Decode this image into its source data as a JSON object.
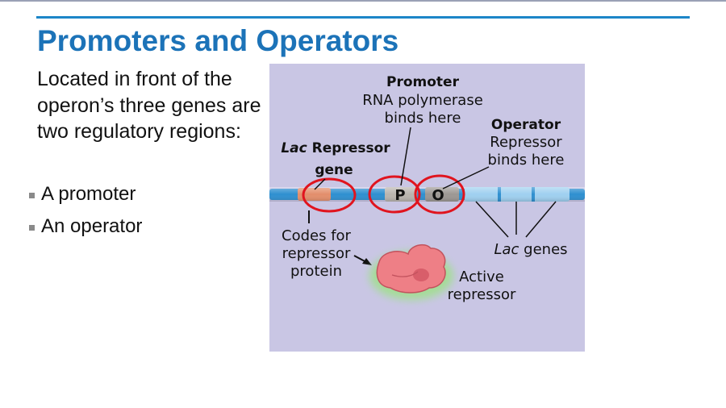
{
  "slide": {
    "title": "Promoters and Operators",
    "intro": "Located in front of the operon’s three genes are two regulatory regions:",
    "bullets": [
      "A promoter",
      "An operator"
    ]
  },
  "figure": {
    "promoter_title": "Promoter",
    "promoter_line1": "RNA polymerase",
    "promoter_line2": "binds here",
    "operator_title": "Operator",
    "operator_line1": "Repressor",
    "operator_line2": "binds here",
    "lac_italic": "Lac",
    "repressor_gene_word": " Repressor",
    "gene_word": "gene",
    "p_letter": "P",
    "o_letter": "O",
    "codes_line1": "Codes for",
    "codes_line2": "repressor",
    "codes_line3": "protein",
    "lac_genes_italic": "Lac",
    "lac_genes_word": " genes",
    "active_line1": "Active",
    "active_line2": "repressor",
    "colors": {
      "panel": "#c9c6e4",
      "dna": "#2e8fd0",
      "lac_genes": "#9fd0f0",
      "repressor_gene": "#e38e6b",
      "highlight_circle": "#e0141e",
      "repressor_protein": "#ee7f86"
    }
  }
}
